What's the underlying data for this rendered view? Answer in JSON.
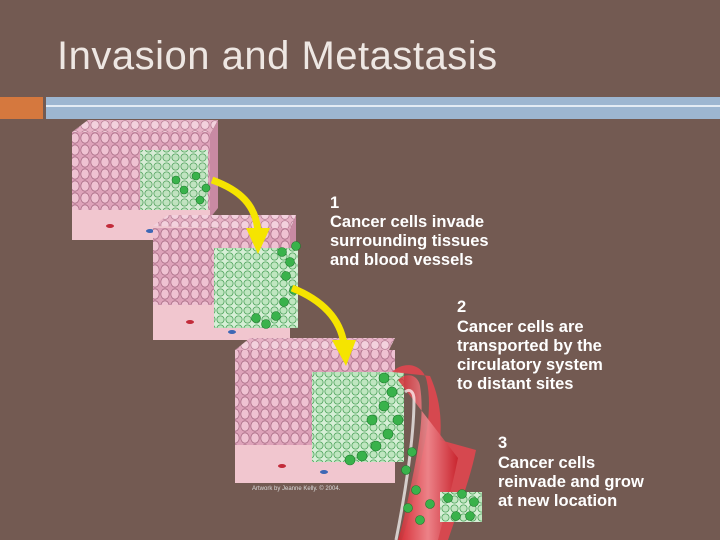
{
  "slide": {
    "title": "Invasion and Metastasis"
  },
  "figure": {
    "credit": "Artwork by Jeanne Kelly. © 2004.",
    "steps": [
      {
        "number": "1",
        "text": [
          "Cancer cells invade",
          "surrounding tissues",
          "and blood vessels"
        ]
      },
      {
        "number": "2",
        "text": [
          "Cancer cells are",
          "transported by the",
          "circulatory system",
          "to distant sites"
        ]
      },
      {
        "number": "3",
        "text": [
          "Cancer cells",
          "reinvade and grow",
          "at new location"
        ]
      }
    ]
  },
  "colors": {
    "background": "#735a52",
    "accent_orange": "#d5783e",
    "accent_blue": "#9db6d1",
    "arrow_yellow": "#f5e400",
    "cancer_green": "#36b24a"
  }
}
